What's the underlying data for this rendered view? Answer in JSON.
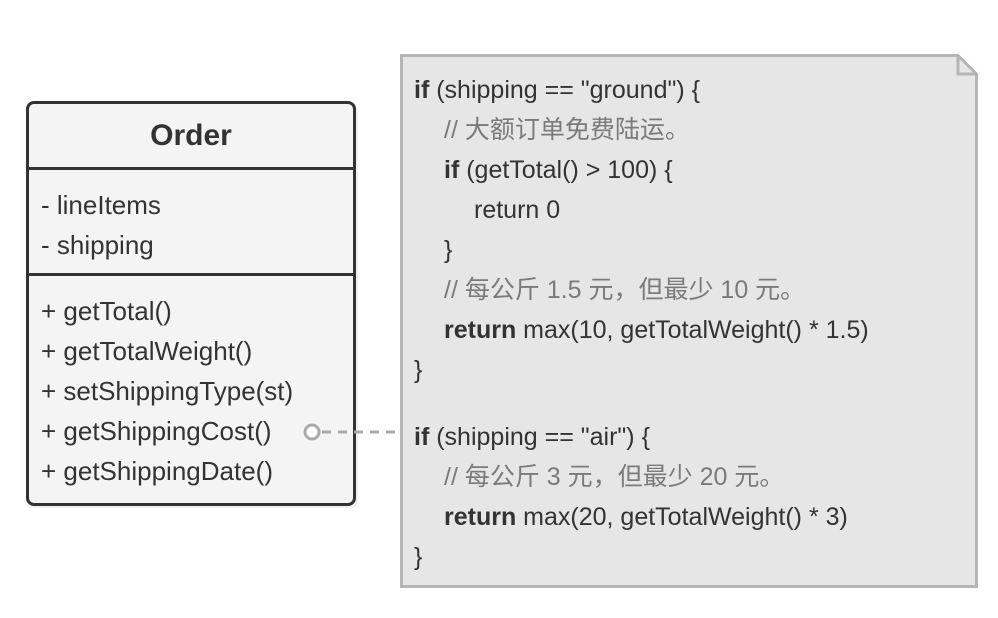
{
  "uml_class": {
    "name": "Order",
    "attributes": [
      "- lineItems",
      "- shipping"
    ],
    "methods": [
      "+ getTotal()",
      "+ getTotalWeight()",
      "+ setShippingType(st)",
      "+ getShippingCost()",
      "+ getShippingDate()"
    ]
  },
  "note": {
    "block1": {
      "if_kw": "if",
      "if_cond": " (shipping == \"ground\") {",
      "comment1": "// 大额订单免费陆运。",
      "inner_if_kw": "if",
      "inner_if_cond": " (getTotal() > 100) {",
      "inner_return": "return 0",
      "inner_close": "}",
      "comment2": "// 每公斤 1.5 元，但最少 10 元。",
      "return_kw": "return",
      "return_expr": " max(10, getTotalWeight() * 1.5)",
      "close": "}"
    },
    "block2": {
      "if_kw": "if",
      "if_cond": " (shipping == \"air\") {",
      "comment": "// 每公斤 3 元，但最少 20 元。",
      "return_kw": "return",
      "return_expr": " max(20, getTotalWeight() * 3)",
      "close": "}"
    }
  },
  "colors": {
    "stroke": "#333333",
    "box_fill": "#f4f4f4",
    "note_fill": "#e6e6e6",
    "note_border": "#b5b5b5",
    "comment": "#7a7a7a",
    "connector": "#aaaaaa"
  }
}
